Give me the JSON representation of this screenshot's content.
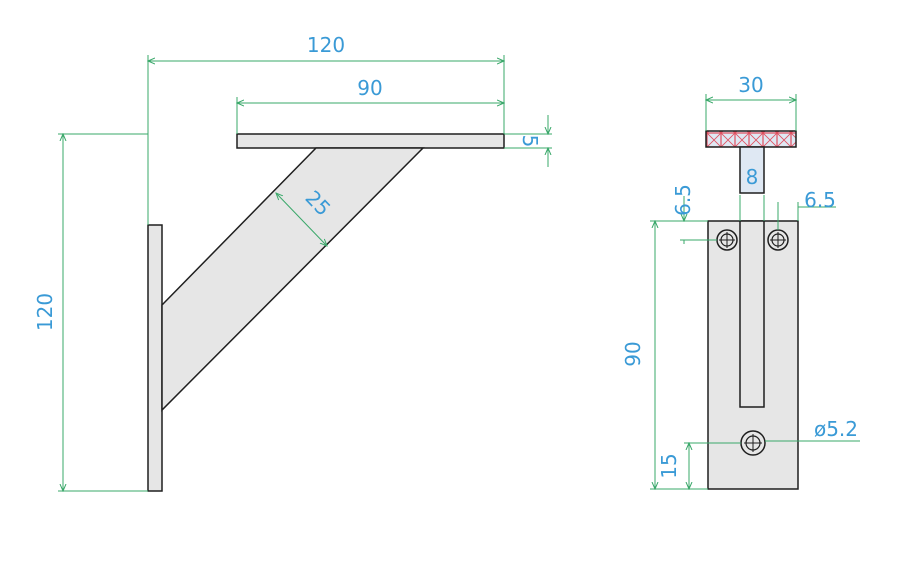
{
  "colors": {
    "part_fill": "#e6e6e6",
    "part_stroke": "#1f1f1f",
    "dimension_line": "#3aa86a",
    "dimension_text": "#3a9ad6",
    "hatch": "#e05060"
  },
  "side_view": {
    "overall_width": "120",
    "top_plate_length": "90",
    "top_plate_thickness": "5",
    "overall_height": "120",
    "strut_width": "25"
  },
  "front_view": {
    "top_width": "30",
    "stem_width": "8",
    "hole_offset_top_left": "6.5",
    "hole_offset_top_right": "6.5",
    "plate_height": "90",
    "hole_offset_bottom": "15",
    "hole_diameter": "ø5.2"
  }
}
